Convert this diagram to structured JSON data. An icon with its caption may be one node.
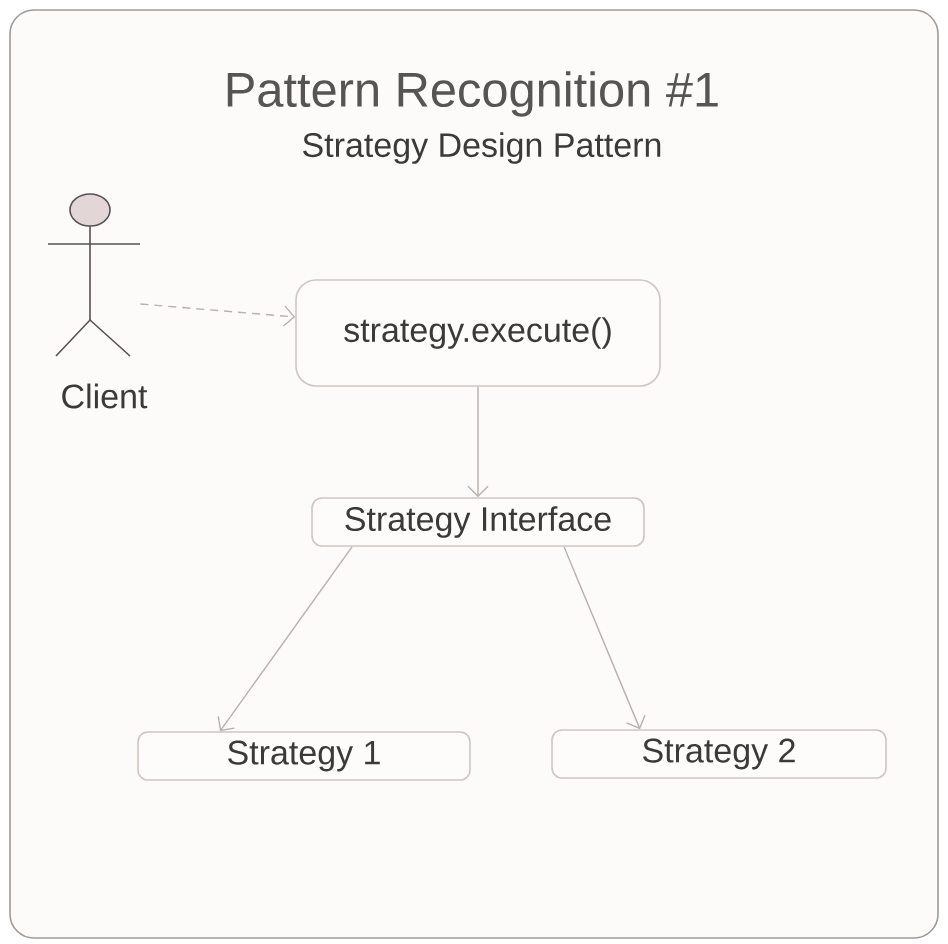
{
  "diagram": {
    "title": "Pattern Recognition #1",
    "nodes": [
      {
        "text": [],
        "shape": "person",
        "beside": [
          "Client"
        ]
      },
      {
        "text": [
          "strategy.execute()"
        ]
      },
      {
        "text": [
          "Strategy Interface"
        ]
      },
      {
        "text": [
          "Strategy 1"
        ]
      },
      {
        "text": [
          "Strategy 2"
        ]
      }
    ],
    "edges": [
      {
        "from": 0,
        "to": 1,
        "arrow": "to",
        "style": "dashed"
      },
      {
        "from": 1,
        "to": 2,
        "arrow": "to"
      },
      {
        "from": 2,
        "to": 3,
        "arrow": "to"
      },
      {
        "from": 2,
        "to": 4,
        "arrow": "to"
      }
    ],
    "labels": [
      "Strategy Design Pattern"
    ]
  }
}
